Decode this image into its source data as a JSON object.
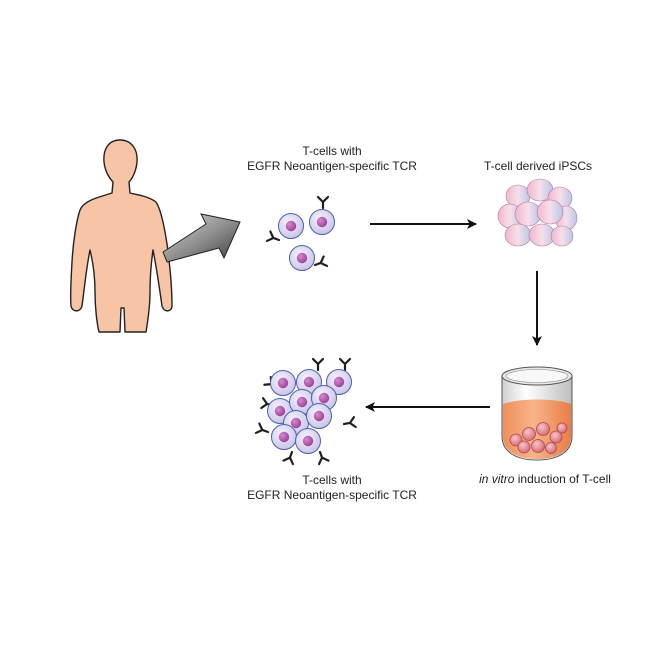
{
  "labels": {
    "tcells_top_line1": "T-cells with",
    "tcells_top_line2": "EGFR Neoantigen-specific TCR",
    "ipsc": "T-cell derived iPSCs",
    "induction_italic": "in vitro",
    "induction_rest": " induction of T-cell",
    "tcells_bottom_line1": "T-cells with",
    "tcells_bottom_line2": "EGFR Neoantigen-specific TCR"
  },
  "colors": {
    "skin": "#f8c4a6",
    "outline": "#222222",
    "cell_fill": "#ddd6f0",
    "cell_ring": "#4a62b0",
    "nucleus": "#b14fa8",
    "receptor": "#1f1f1f",
    "ipsc_pink": "#f1b0c8",
    "ipsc_blue": "#b7c7ea",
    "medium": "#f49a66",
    "arrow": "#111111"
  },
  "icons": {
    "patient": "human-body-icon",
    "big_arrow": "block-arrow-icon",
    "tcell": "t-cell-icon",
    "ipsc": "ipsc-cluster-icon",
    "tube": "culture-tube-icon"
  }
}
